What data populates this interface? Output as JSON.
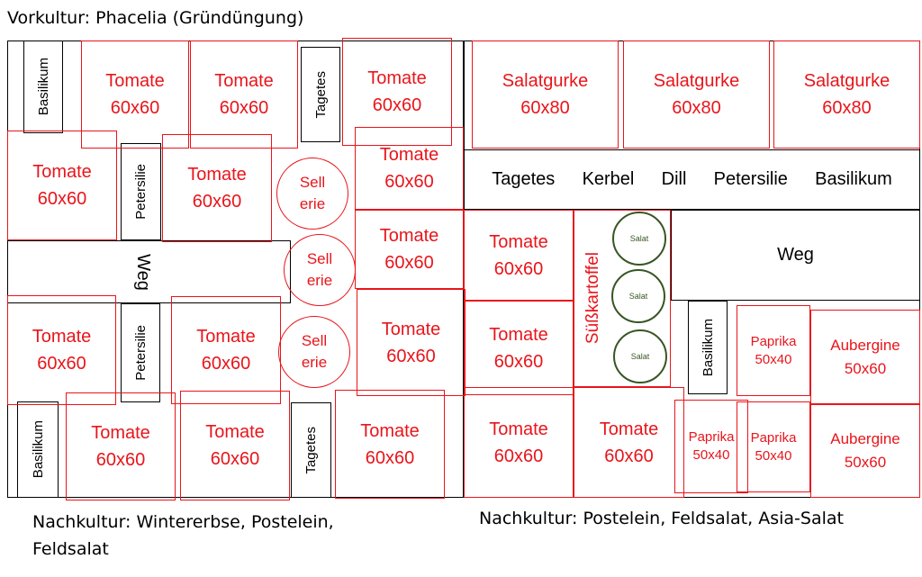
{
  "captions": {
    "top": "Vorkultur: Phacelia (Gründüngung)",
    "bottom_left_1": "Nachkultur: Wintererbse, Postelein,",
    "bottom_left_2": "Feldsalat",
    "bottom_right": "Nachkultur: Postelein, Feldsalat, Asia-Salat"
  },
  "plants": {
    "tomate": "Tomate",
    "tomate_size": "60x60",
    "salatgurke": "Salatgurke",
    "salatgurke_size": "60x80",
    "paprika": "Paprika",
    "paprika_size": "50x40",
    "aubergine": "Aubergine",
    "aubergine_size": "50x60",
    "sellerie_1": "Sell",
    "sellerie_2": "erie",
    "basilikum": "Basilikum",
    "tagetes": "Tagetes",
    "petersilie": "Petersilie",
    "suesskartoffel": "Süßkartoffel",
    "salat": "Salat",
    "weg": "Weg"
  },
  "herb_strip": [
    "Tagetes",
    "Kerbel",
    "Dill",
    "Petersilie",
    "Basilikum"
  ],
  "colors": {
    "plant": "#e8151b",
    "outline": "#000000",
    "salat": "#375623"
  }
}
